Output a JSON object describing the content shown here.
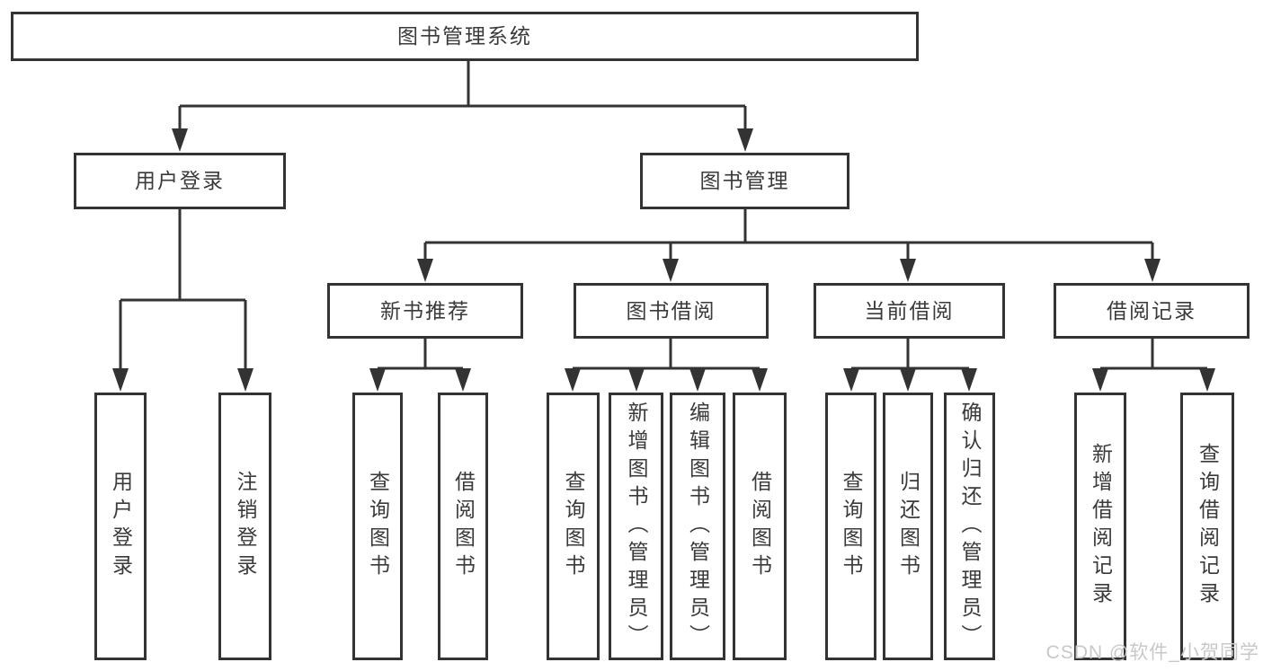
{
  "tree": {
    "label": "图书管理系统",
    "children": [
      {
        "label": "用户登录",
        "children": [
          {
            "label": "用户登录"
          },
          {
            "label": "注销登录"
          }
        ]
      },
      {
        "label": "图书管理",
        "children": [
          {
            "label": "新书推荐",
            "children": [
              {
                "label": "查询图书"
              },
              {
                "label": "借阅图书"
              }
            ]
          },
          {
            "label": "图书借阅",
            "children": [
              {
                "label": "查询图书"
              },
              {
                "label": "新增图书（管理员）"
              },
              {
                "label": "编辑图书（管理员）"
              },
              {
                "label": "借阅图书"
              }
            ]
          },
          {
            "label": "当前借阅",
            "children": [
              {
                "label": "查询图书"
              },
              {
                "label": "归还图书"
              },
              {
                "label": "确认归还（管理员）"
              }
            ]
          },
          {
            "label": "借阅记录",
            "children": [
              {
                "label": "新增借阅记录"
              },
              {
                "label": "查询借阅记录"
              }
            ]
          }
        ]
      }
    ]
  },
  "watermark": {
    "text": "CSDN @软件_小贺同学"
  },
  "colors": {
    "line_color": "#333333",
    "text_color": "#3a3a3a",
    "watermark_color": "#c8c8c8",
    "background": "#ffffff"
  }
}
